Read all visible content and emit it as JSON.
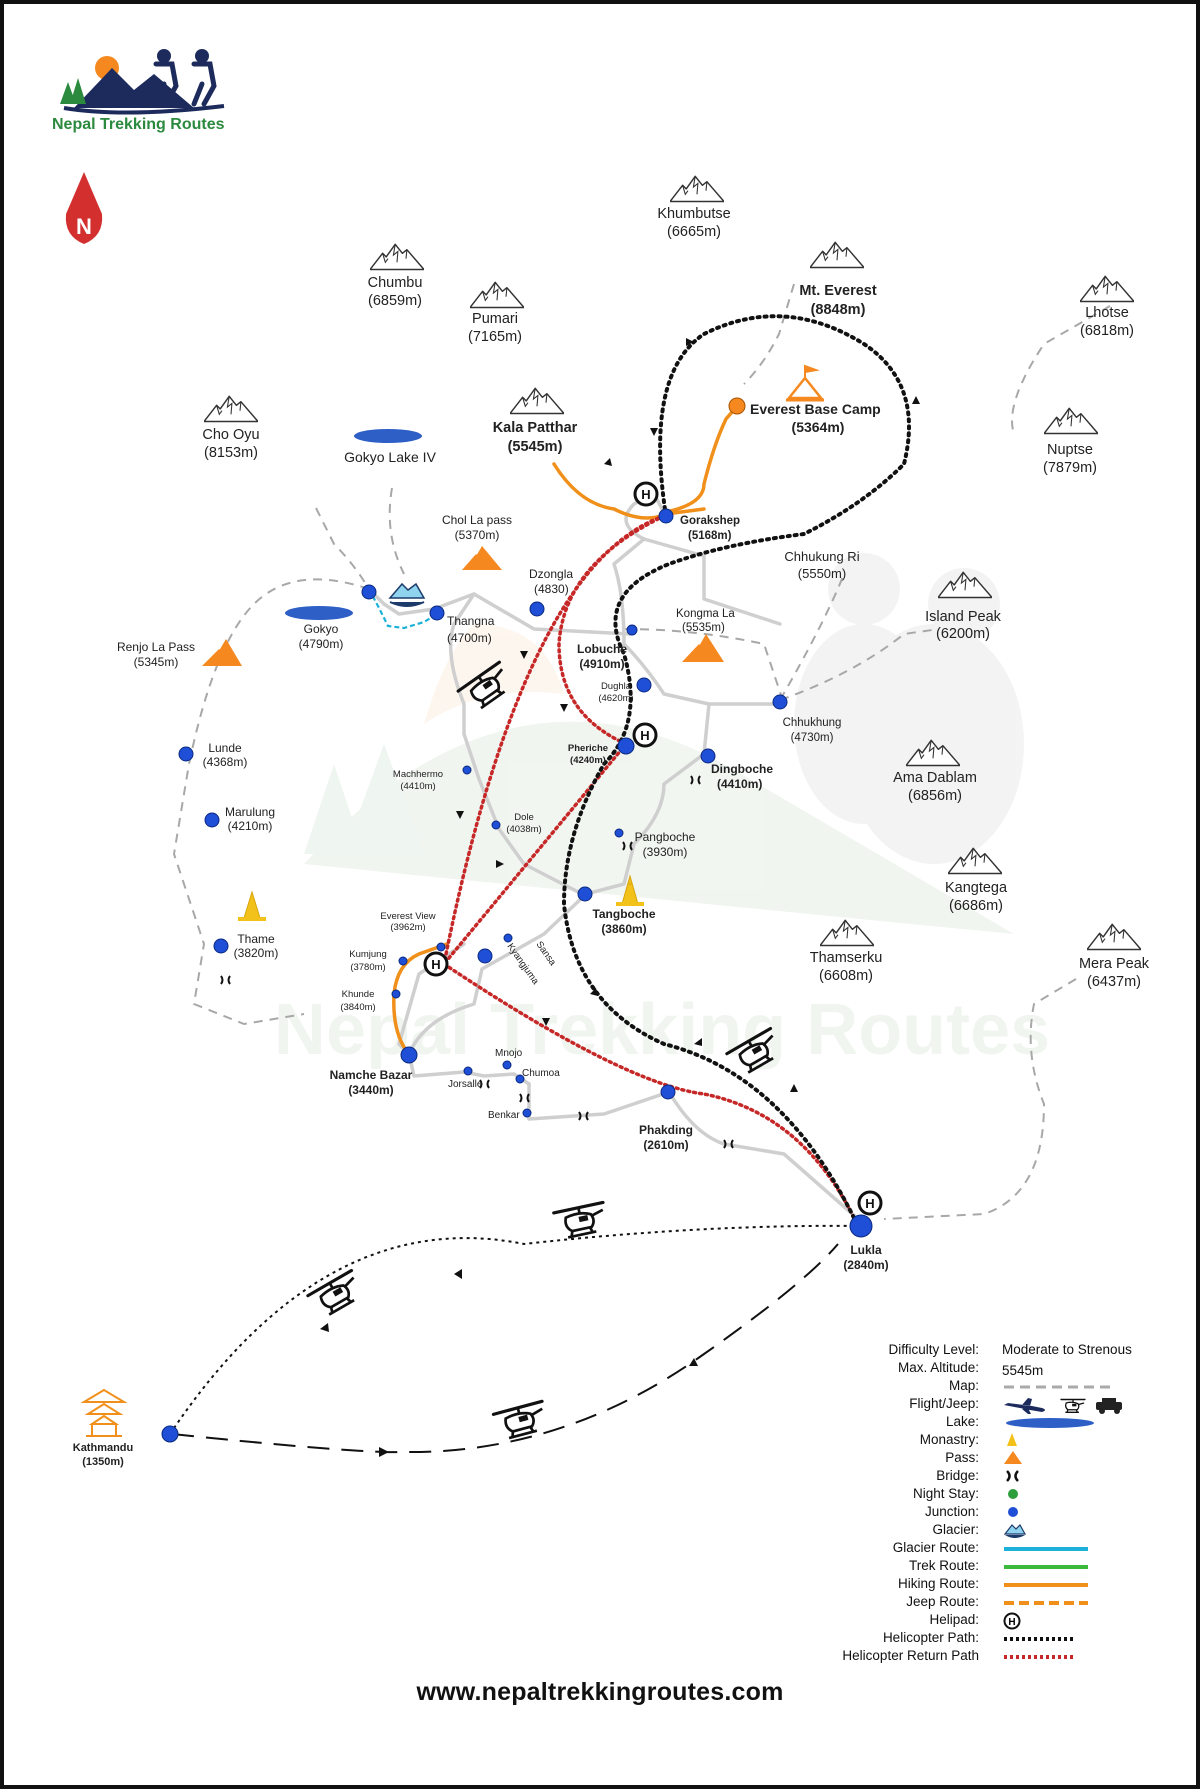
{
  "brand": {
    "name": "Nepal Trekking Routes"
  },
  "compass": {
    "letter": "N"
  },
  "footer": {
    "website": "www.nepaltrekkingroutes.com"
  },
  "peaks": [
    {
      "id": "khumbutse",
      "name": "Khumbutse",
      "elev": "(6665m)"
    },
    {
      "id": "everest",
      "name": "Mt. Everest",
      "elev": "(8848m)",
      "bold": true
    },
    {
      "id": "lhotse",
      "name": "Lhotse",
      "elev": "(6818m)"
    },
    {
      "id": "chumbu",
      "name": "Chumbu",
      "elev": "(6859m)"
    },
    {
      "id": "pumari",
      "name": "Pumari",
      "elev": "(7165m)"
    },
    {
      "id": "kalapatthar",
      "name": "Kala Patthar",
      "elev": "(5545m)",
      "bold": true
    },
    {
      "id": "choyu",
      "name": "Cho Oyu",
      "elev": "(8153m)"
    },
    {
      "id": "nuptse",
      "name": "Nuptse",
      "elev": "(7879m)"
    },
    {
      "id": "islandpeak",
      "name": "Island Peak",
      "elev": "(6200m)"
    },
    {
      "id": "amadablam",
      "name": "Ama Dablam",
      "elev": "(6856m)"
    },
    {
      "id": "kangtega",
      "name": "Kangtega",
      "elev": "(6686m)"
    },
    {
      "id": "thamserku",
      "name": "Thamserku",
      "elev": "(6608m)"
    },
    {
      "id": "merapeak",
      "name": "Mera Peak",
      "elev": "(6437m)"
    }
  ],
  "places": {
    "ebc": {
      "name": "Everest Base Camp",
      "elev": "(5364m)"
    },
    "gorakshep": {
      "name": "Gorakshep",
      "elev": "(5168m)"
    },
    "gokyolake": {
      "name": "Gokyo Lake IV"
    },
    "cholapass": {
      "name": "Chol La pass",
      "elev": "(5370m)"
    },
    "dzongla": {
      "name": "Dzongla",
      "elev": "(4830)"
    },
    "chhukungri": {
      "name": "Chhukung Ri",
      "elev": "(5550m)"
    },
    "gokyo": {
      "name": "Gokyo",
      "elev": "(4790m)"
    },
    "thangna": {
      "name": "Thangna",
      "elev": "(4700m)"
    },
    "kongmala": {
      "name": "Kongma La",
      "elev": "(5535m)"
    },
    "renjola": {
      "name": "Renjo La Pass",
      "elev": "(5345m)"
    },
    "lobuche": {
      "name": "Lobuche",
      "elev": "(4910m)"
    },
    "dughla": {
      "name": "Dughla",
      "elev": "(4620m)"
    },
    "chhukhung": {
      "name": "Chhukhung",
      "elev": "(4730m)"
    },
    "lunde": {
      "name": "Lunde",
      "elev": "(4368m)"
    },
    "pheriche": {
      "name": "Pheriche",
      "elev": "(4240m)"
    },
    "machhermo": {
      "name": "Machhermo",
      "elev": "(4410m)"
    },
    "dingboche": {
      "name": "Dingboche",
      "elev": "(4410m)"
    },
    "marulung": {
      "name": "Marulung",
      "elev": "(4210m)"
    },
    "dole": {
      "name": "Dole",
      "elev": "(4038m)"
    },
    "pangboche": {
      "name": "Pangboche",
      "elev": "(3930m)"
    },
    "tangboche": {
      "name": "Tangboche",
      "elev": "(3860m)"
    },
    "everestview": {
      "name": "Everest View",
      "elev": "(3962m)"
    },
    "thame": {
      "name": "Thame",
      "elev": "(3820m)"
    },
    "kumjung": {
      "name": "Kumjung",
      "elev": "(3780m)"
    },
    "sansa": {
      "name": "Sansa"
    },
    "kyangjuma": {
      "name": "Kyangjuma"
    },
    "khunde": {
      "name": "Khunde",
      "elev": "(3840m)"
    },
    "namche": {
      "name": "Namche Bazar",
      "elev": "(3440m)"
    },
    "mnojo": {
      "name": "Mnojo"
    },
    "chumoa": {
      "name": "Chumoa"
    },
    "jorsalle": {
      "name": "Jorsalle"
    },
    "benkar": {
      "name": "Benkar"
    },
    "phakding": {
      "name": "Phakding",
      "elev": "(2610m)"
    },
    "lukla": {
      "name": "Lukla",
      "elev": "(2840m)"
    },
    "kathmandu": {
      "name": "Kathmandu",
      "elev": "(1350m)"
    }
  },
  "legend": {
    "difficulty": {
      "label": "Difficulty Level:",
      "value": "Moderate to Strenous"
    },
    "altitude": {
      "label": "Max. Altitude:",
      "value": "5545m"
    },
    "map": {
      "label": "Map:"
    },
    "flight": {
      "label": "Flight/Jeep:"
    },
    "lake": {
      "label": "Lake:"
    },
    "monastry": {
      "label": "Monastry:"
    },
    "pass": {
      "label": "Pass:"
    },
    "bridge": {
      "label": "Bridge:"
    },
    "nightstay": {
      "label": "Night Stay:"
    },
    "junction": {
      "label": "Junction:"
    },
    "glacier": {
      "label": "Glacier:"
    },
    "glacierroute": {
      "label": "Glacier Route:"
    },
    "trekroute": {
      "label": "Trek Route:"
    },
    "hikingroute": {
      "label": "Hiking Route:"
    },
    "jeeproute": {
      "label": "Jeep Route:"
    },
    "helipad": {
      "label": "Helipad:"
    },
    "helipath": {
      "label": "Helicopter Path:"
    },
    "helireturn": {
      "label": "Helicopter Return Path"
    }
  },
  "colors": {
    "trail_gray": "#c9c9c9",
    "map_dash": "#9e9e9e",
    "hiking": "#f0901a",
    "glacier": "#1bb1d9",
    "trek": "#3cb93c",
    "heli_path": "#111111",
    "heli_return": "#c62828",
    "junction": "#1f4fd6",
    "night_stay": "#2e9e3a",
    "pass": "#f5891f",
    "monastry": "#f3c21a",
    "lake": "#2d5fc7",
    "compass": "#d32f2f",
    "ebc_marker": "#f5891f"
  },
  "icons": [
    "compass-icon",
    "mountain-icon",
    "pass-icon",
    "monastery-icon",
    "lake-icon",
    "glacier-icon",
    "helipad-icon",
    "helicopter-icon",
    "plane-icon",
    "jeep-icon",
    "bridge-icon",
    "camp-tent-icon",
    "temple-icon"
  ]
}
